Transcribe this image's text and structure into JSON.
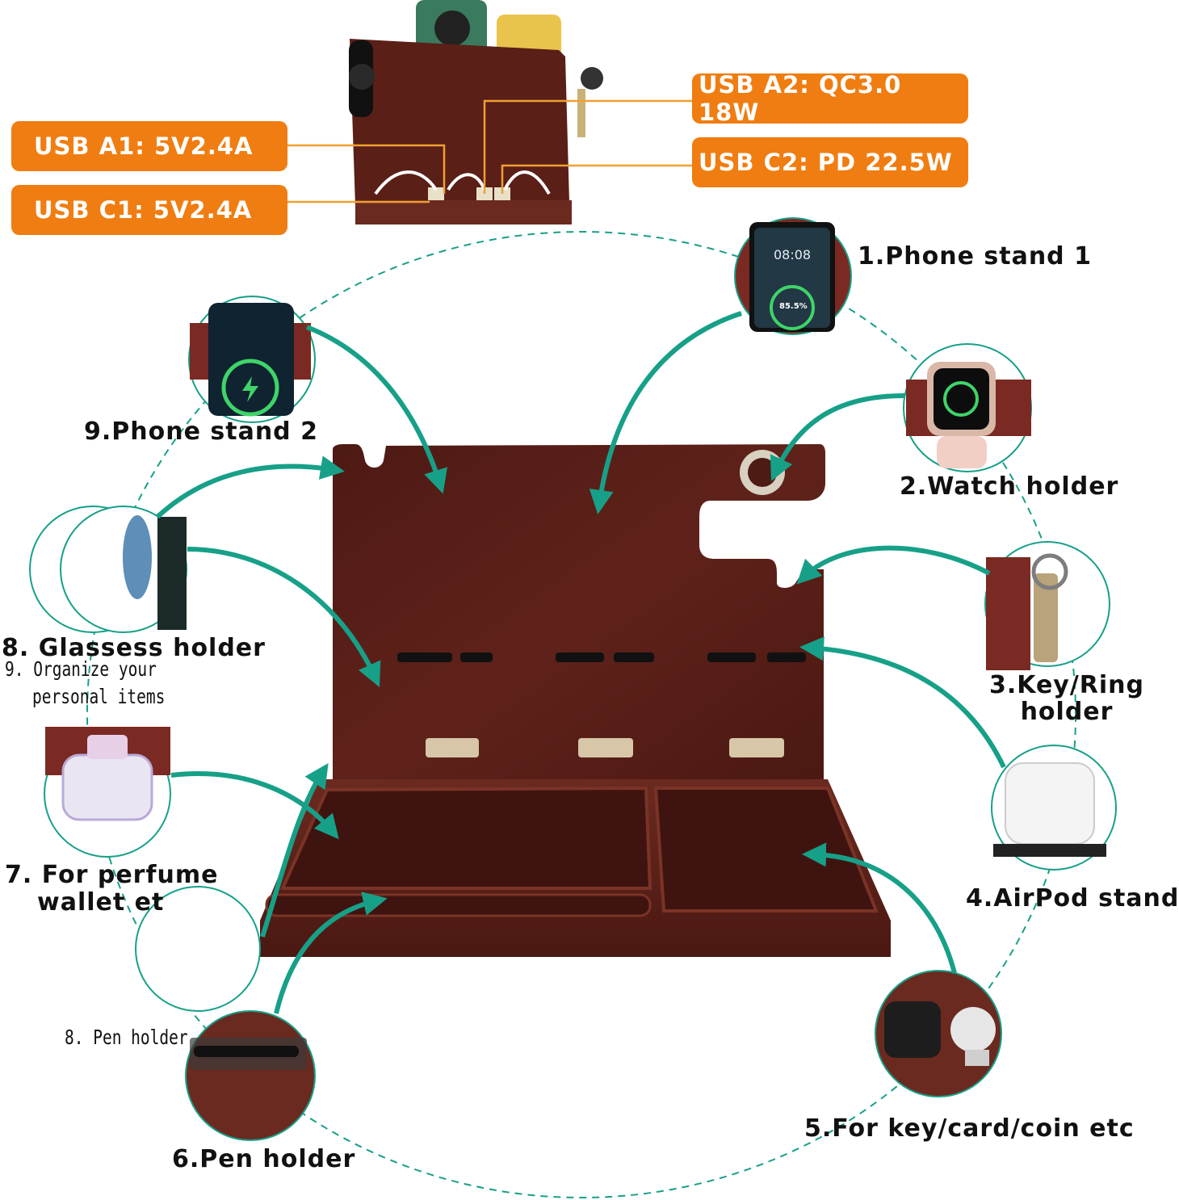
{
  "usb_ports": {
    "a1": "USB A1: 5V2.4A",
    "c1": "USB C1: 5V2.4A",
    "a2": "USB A2: QC3.0 18W",
    "c2": "USB C2: PD 22.5W"
  },
  "features": {
    "phone_stand_1": "1.Phone stand 1",
    "watch_holder": "2.Watch holder",
    "key_ring_holder_line1": "3.Key/Ring",
    "key_ring_holder_line2": "holder",
    "airpod_stand": "4.AirPod stand",
    "key_card_coin": "5.For key/card/coin etc",
    "pen_holder": "6.Pen holder",
    "perfume_line1": "7. For perfume",
    "perfume_line2": "wallet et",
    "glasses_holder": "8. Glassess holder",
    "phone_stand_2": "9.Phone stand 2"
  },
  "overlay_notes": {
    "organize_line1": "9. Organize your",
    "organize_line2": "personal items",
    "pen_holder_note": "8. Pen holder"
  },
  "screen": {
    "clock": "08:08",
    "battery": "85.5%"
  },
  "colors": {
    "badge": "#f07d11",
    "accent_teal": "#17a088",
    "wood": "#5a1f17"
  }
}
